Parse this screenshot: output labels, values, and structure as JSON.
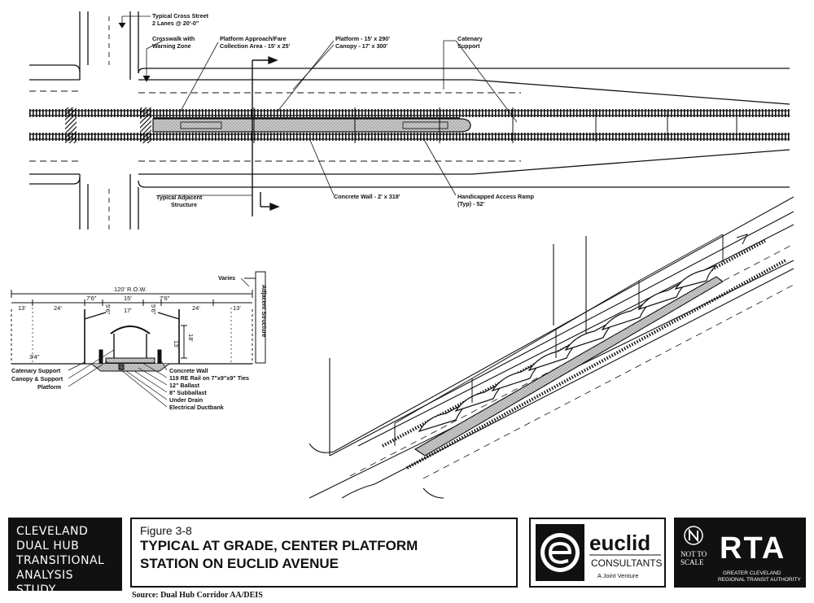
{
  "plan_labels": {
    "cross_street": "Typical Cross Street",
    "cross_street_lanes": "2 Lanes @ 20'-0\"",
    "crosswalk": "Crosswalk with",
    "crosswalk2": "Warning Zone",
    "approach": "Platform Approach/Fare",
    "approach2": "Collection Area - 15' x 25'",
    "platform": "Platform - 15' x 290'",
    "canopy": "Canopy - 17' x 300'",
    "catenary": "Catenary",
    "catenary2": "Support",
    "adjacent": "Typical Adjacent",
    "adjacent2": "Structure",
    "concrete_wall": "Concrete Wall - 2' x 318'",
    "ramp": "Handicapped Access Ramp",
    "ramp2": "(Typ) - 52'"
  },
  "section_labels": {
    "row": "120' R.O.W.",
    "varies": "Varies",
    "adjacent_structure": "Adjacent Structure",
    "d13a": "13'",
    "d24a": "24'",
    "d76a": "7'6\"",
    "d15": "15'",
    "d76b": "7'6\"",
    "d24b": "24'",
    "d13b": "13'",
    "d17": "17'",
    "d56a": "5'6\"",
    "d56b": "5'6\"",
    "d18": "18'",
    "d13c": "13'",
    "d34": "3'4\"",
    "catenary_support": "Catenary Support",
    "canopy_support": "Canopy & Support",
    "platform": "Platform",
    "concrete_wall": "Concrete Wall",
    "rail": "119 RE Rail on 7\"x9\"x9\" Ties",
    "ballast": "12\" Ballast",
    "subballast": "8\" Subballast",
    "under_drain": "Under Drain",
    "ductbank": "Electrical Ductbank"
  },
  "study": {
    "line1": "CLEVELAND",
    "line2": "DUAL HUB",
    "line3": "TRANSITIONAL",
    "line4": "ANALYSIS STUDY"
  },
  "figure": {
    "number": "Figure 3-8",
    "title_line1": "TYPICAL AT GRADE, CENTER PLATFORM",
    "title_line2": "STATION ON EUCLID AVENUE"
  },
  "euclid": {
    "name": "euclid",
    "consultants": "CONSULTANTS",
    "venture": "A Joint Venture"
  },
  "rta": {
    "not_to_scale1": "NOT TO",
    "not_to_scale2": "SCALE",
    "logo": "RTA",
    "authority1": "GREATER CLEVELAND",
    "authority2": "REGIONAL TRANSIT AUTHORITY"
  },
  "source": "Source: Dual Hub Corridor AA/DEIS"
}
